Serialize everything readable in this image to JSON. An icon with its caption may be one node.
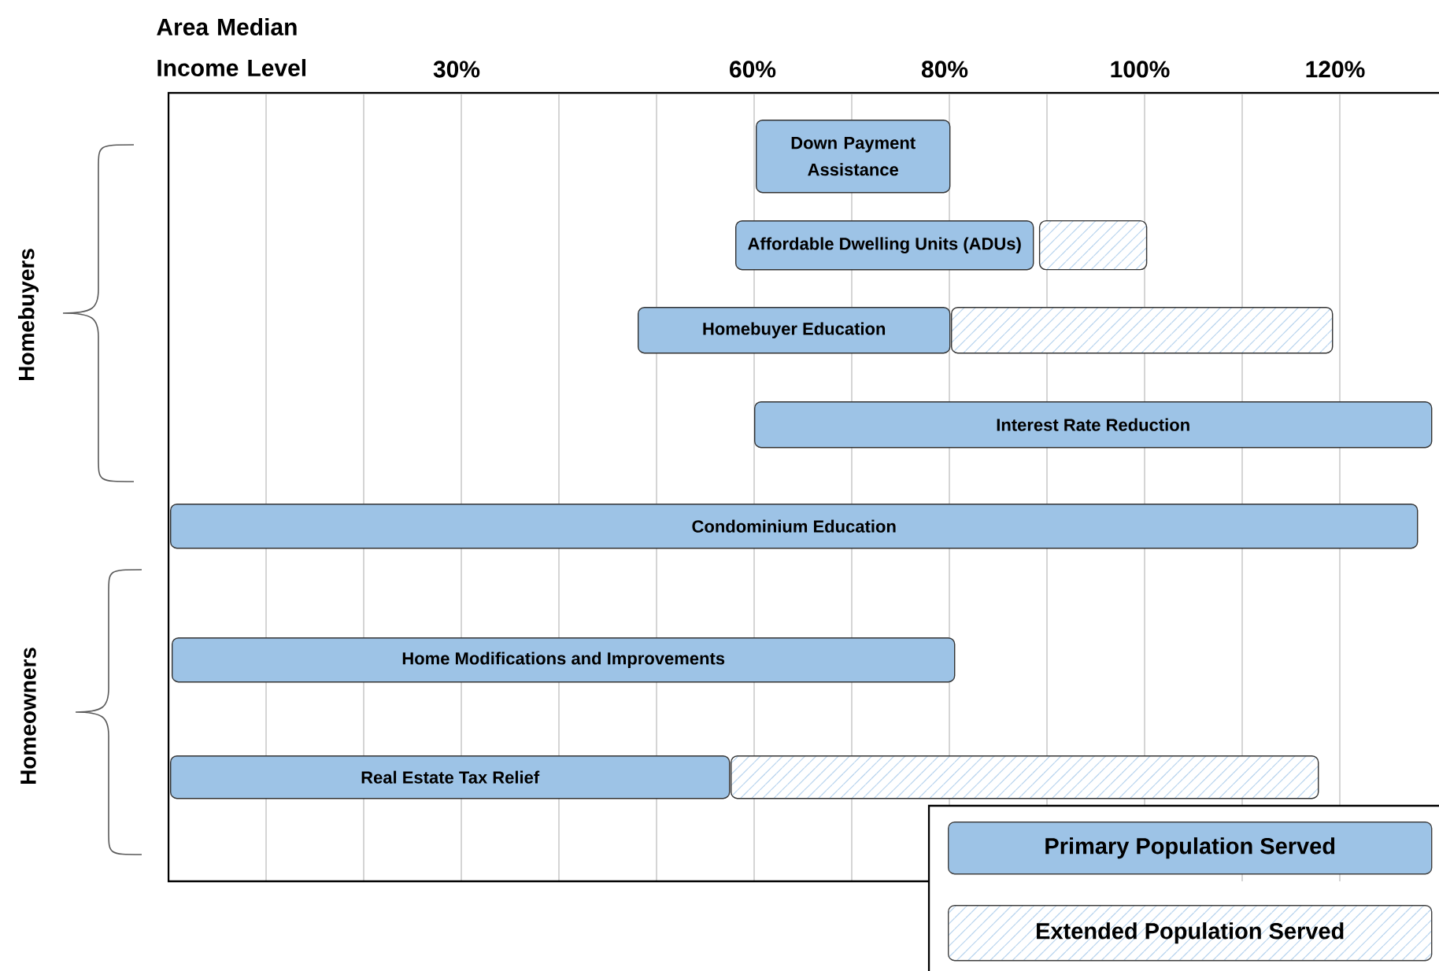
{
  "diagram": {
    "nodes": [
      {
        "text": [
          "Down Payment Assistance"
        ]
      },
      {
        "text": [
          "Affordable Dwelling Units  (ADUs)"
        ]
      },
      {
        "text": [],
        "shape": "bar"
      },
      {
        "text": [
          "Homebuyer Education"
        ]
      },
      {
        "text": [],
        "shape": "bar"
      },
      {
        "text": [
          "Interest Rate Reduction"
        ]
      },
      {
        "text": [
          "Condominium Education"
        ]
      },
      {
        "text": [
          "Home Modifications and Improvements"
        ]
      },
      {
        "text": [
          "Real Estate Tax Relief"
        ]
      },
      {
        "text": [],
        "shape": "bar"
      }
    ],
    "labels": [
      "Area Median Income Level",
      "30%",
      "60%",
      "80%",
      "100%",
      "120%",
      "Homebuyers",
      "Homeowners"
    ],
    "legend": [
      {
        "text": "Primary Population Served",
        "color": "#9dc3e6"
      },
      {
        "text": "Extended Population Served"
      }
    ]
  }
}
